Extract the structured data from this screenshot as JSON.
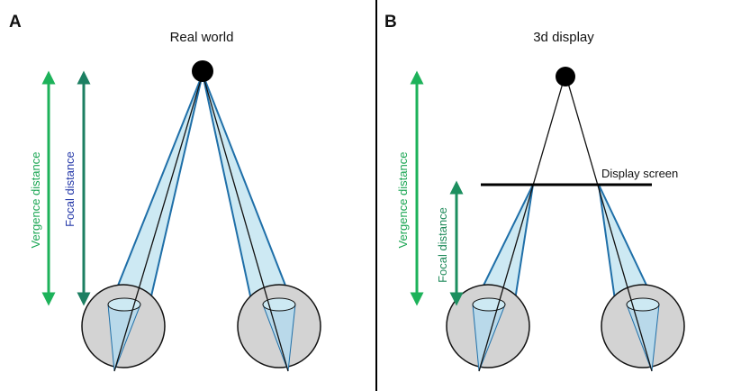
{
  "panels": {
    "a": {
      "letter": "A",
      "title": "Real world"
    },
    "b": {
      "letter": "B",
      "title": "3d display",
      "screen_label": "Display screen"
    }
  },
  "labels": {
    "vergence": "Vergence distance",
    "focal": "Focal distance"
  },
  "colors": {
    "vergence_arrow": "#1db25a",
    "focal_arrow_a": "#1c7f62",
    "focal_arrow_b": "#1c8f5f",
    "vergence_text": "#1aa653",
    "focal_text_a": "#2438a8",
    "focal_text_b": "#1f8a5a",
    "light_cone_fill": "#cde9f3",
    "light_cone_edge": "#1f6fa8",
    "eye_fill": "#d3d3d3",
    "eye_lens_fill": "#b9d9ea",
    "divider": "#000000"
  }
}
